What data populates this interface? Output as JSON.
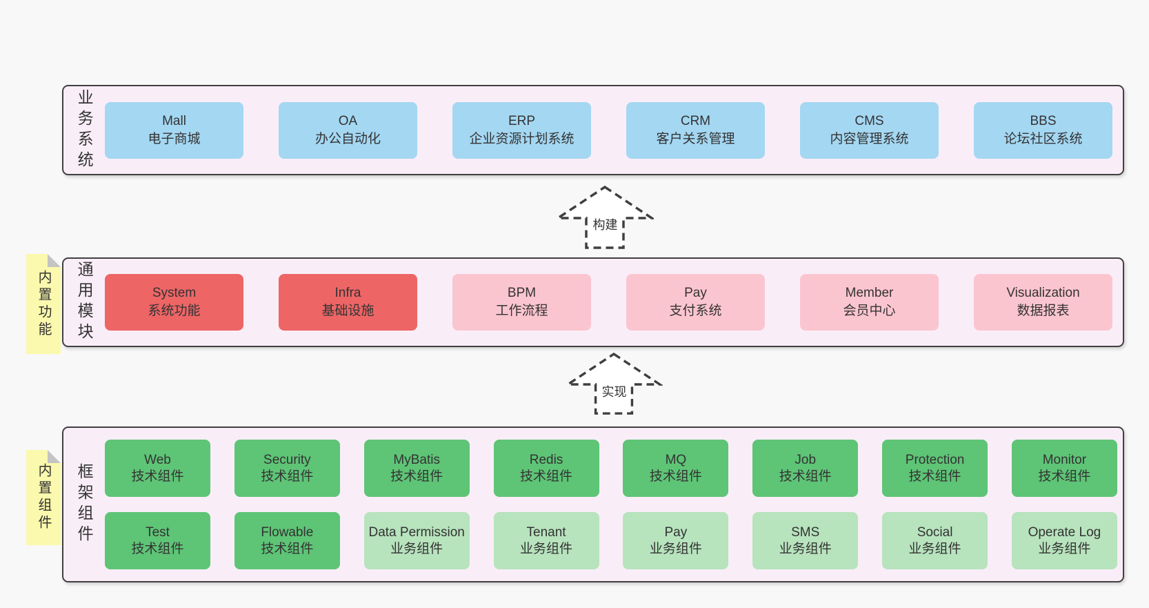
{
  "diagram": {
    "colors": {
      "page_bg": "#f8f8f8",
      "panel_bg": "#f9eef7",
      "panel_border": "#404040",
      "blue": "#a4d7f2",
      "red": "#ee6566",
      "pink": "#fbc5d0",
      "green_dark": "#5ec476",
      "green_light": "#b7e3bd",
      "sticky_yellow": "#fbf9ad",
      "sticky_fold": "#c4c4c4",
      "text": "#333333"
    },
    "arrows": {
      "build": "构建",
      "implement": "实现"
    },
    "sections": {
      "business": {
        "label": "业务系统",
        "boxes": [
          {
            "title": "Mall",
            "subtitle": "电子商城"
          },
          {
            "title": "OA",
            "subtitle": "办公自动化"
          },
          {
            "title": "ERP",
            "subtitle": "企业资源计划系统"
          },
          {
            "title": "CRM",
            "subtitle": "客户关系管理"
          },
          {
            "title": "CMS",
            "subtitle": "内容管理系统"
          },
          {
            "title": "BBS",
            "subtitle": "论坛社区系统"
          }
        ]
      },
      "modules": {
        "label": "通用模块",
        "sticky": "内置功能",
        "boxes": [
          {
            "title": "System",
            "subtitle": "系统功能"
          },
          {
            "title": "Infra",
            "subtitle": "基础设施"
          },
          {
            "title": "BPM",
            "subtitle": "工作流程"
          },
          {
            "title": "Pay",
            "subtitle": "支付系统"
          },
          {
            "title": "Member",
            "subtitle": "会员中心"
          },
          {
            "title": "Visualization",
            "subtitle": "数据报表"
          }
        ]
      },
      "framework": {
        "label": "框架组件",
        "sticky": "内置组件",
        "row1": [
          {
            "title": "Web",
            "subtitle": "技术组件"
          },
          {
            "title": "Security",
            "subtitle": "技术组件"
          },
          {
            "title": "MyBatis",
            "subtitle": "技术组件"
          },
          {
            "title": "Redis",
            "subtitle": "技术组件"
          },
          {
            "title": "MQ",
            "subtitle": "技术组件"
          },
          {
            "title": "Job",
            "subtitle": "技术组件"
          },
          {
            "title": "Protection",
            "subtitle": "技术组件"
          },
          {
            "title": "Monitor",
            "subtitle": "技术组件"
          }
        ],
        "row2": [
          {
            "title": "Test",
            "subtitle": "技术组件"
          },
          {
            "title": "Flowable",
            "subtitle": "技术组件"
          },
          {
            "title": "Data Permission",
            "subtitle": "业务组件"
          },
          {
            "title": "Tenant",
            "subtitle": "业务组件"
          },
          {
            "title": "Pay",
            "subtitle": "业务组件"
          },
          {
            "title": "SMS",
            "subtitle": "业务组件"
          },
          {
            "title": "Social",
            "subtitle": "业务组件"
          },
          {
            "title": "Operate Log",
            "subtitle": "业务组件"
          }
        ]
      }
    }
  }
}
